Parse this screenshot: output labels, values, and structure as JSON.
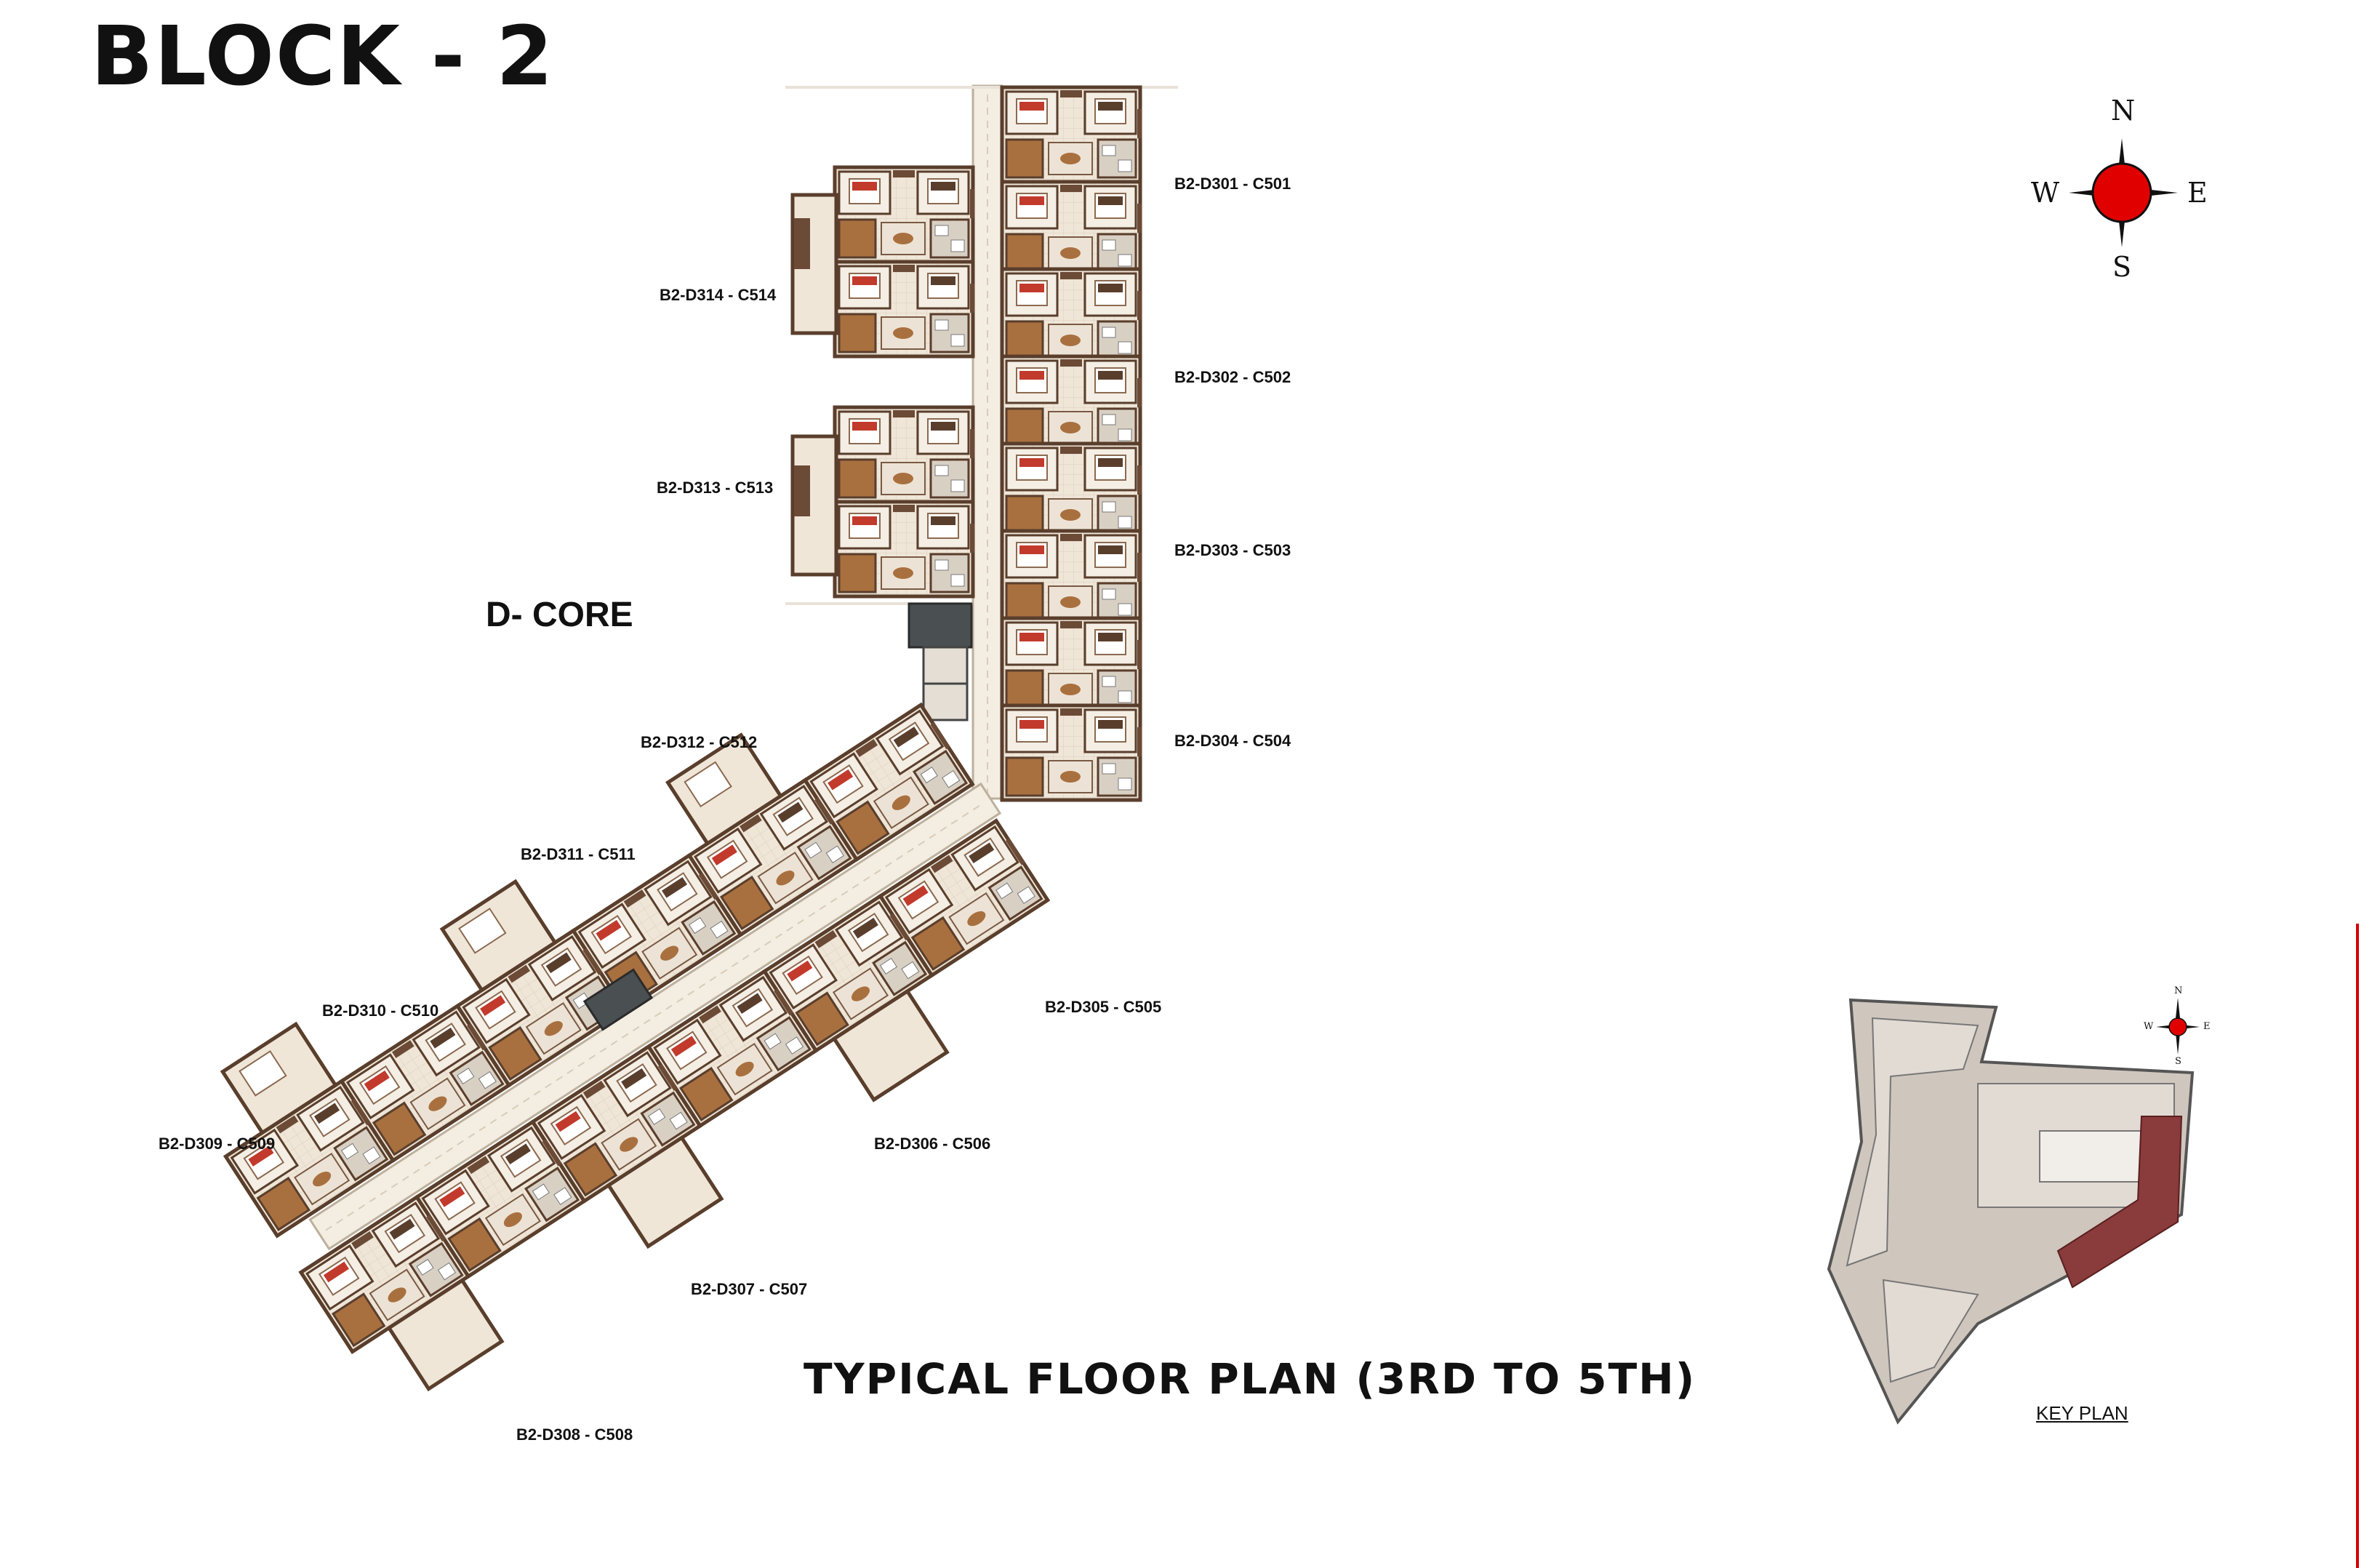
{
  "header": {
    "title": "BLOCK - 2"
  },
  "core_label": "D- CORE",
  "plan_title": "TYPICAL FLOOR PLAN (3RD TO 5TH)",
  "units": [
    {
      "id": "B2-D301 - C501"
    },
    {
      "id": "B2-D302 - C502"
    },
    {
      "id": "B2-D303 - C503"
    },
    {
      "id": "B2-D304 - C504"
    },
    {
      "id": "B2-D305 - C505"
    },
    {
      "id": "B2-D306 - C506"
    },
    {
      "id": "B2-D307 - C507"
    },
    {
      "id": "B2-D308 - C508"
    },
    {
      "id": "B2-D309 - C509"
    },
    {
      "id": "B2-D310 - C510"
    },
    {
      "id": "B2-D311 - C511"
    },
    {
      "id": "B2-D312 - C512"
    },
    {
      "id": "B2-D313 - C513"
    },
    {
      "id": "B2-D314 - C514"
    }
  ],
  "compass": {
    "north": "N",
    "south": "S",
    "east": "E",
    "west": "W",
    "color": "#e00000"
  },
  "key_plan": {
    "caption": "KEY PLAN",
    "highlight_color": "#8a3b3b"
  },
  "colors": {
    "wall": "#6b4a36",
    "floor": "#ece3d6",
    "wood": "#a9703f",
    "corridor": "#f3ede2",
    "border_line": "#d40000"
  }
}
